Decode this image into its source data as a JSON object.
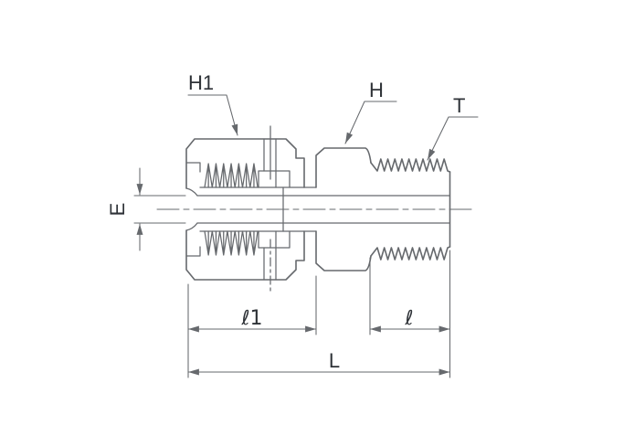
{
  "figure": {
    "type": "technical-drawing",
    "subject": "male-connector-tube-fitting-cross-section",
    "callouts": {
      "h1": "H1",
      "h": "H",
      "t": "T"
    },
    "dim_labels": {
      "e": "E",
      "l1": "ℓ1",
      "l": "ℓ",
      "L_total": "L"
    },
    "colors": {
      "background": "#ffffff",
      "line": "#66696d",
      "label": "#2e3237"
    }
  }
}
